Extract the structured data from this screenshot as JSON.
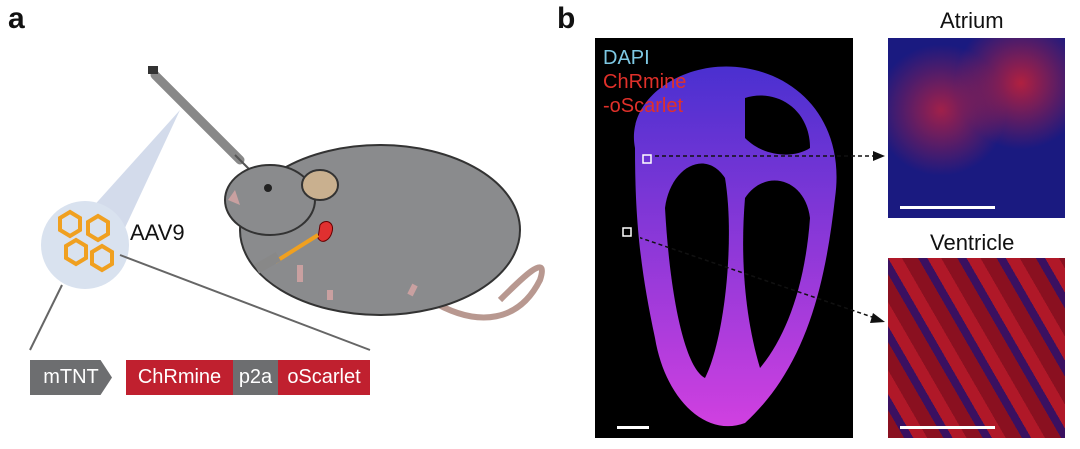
{
  "panel_a": {
    "label": "a",
    "vector_label": "AAV9",
    "construct": [
      "mTNT",
      "ChRmine",
      "p2a",
      "oScarlet"
    ]
  },
  "panel_b": {
    "label": "b",
    "legend": {
      "dapi": "DAPI",
      "chrmine_line1": "ChRmine",
      "chrmine_line2": "-oScarlet"
    },
    "inset_top_title": "Atrium",
    "inset_bottom_title": "Ventricle"
  },
  "colors": {
    "red": "#c0202f",
    "gray": "#6d6e70",
    "dapi": "#7ec8e3",
    "chrmine": "#e0302a"
  }
}
